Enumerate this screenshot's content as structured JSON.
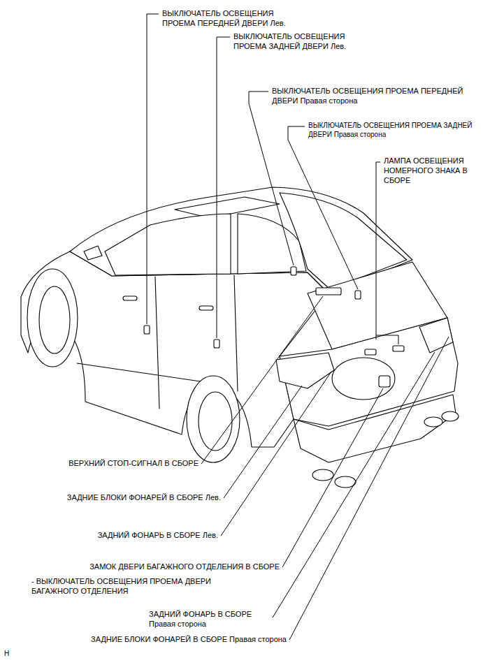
{
  "diagram": {
    "labels": [
      "ВЫКЛЮЧАТЕЛЬ ОСВЕЩЕНИЯ ПРОЕМА ПЕРЕДНЕЙ ДВЕРИ Лев.",
      "ВЫКЛЮЧАТЕЛЬ ОСВЕЩЕНИЯ ПРОЕМА ЗАДНЕЙ ДВЕРИ Лев.",
      "ВЫКЛЮЧАТЕЛЬ ОСВЕЩЕНИЯ ПРОЕМА ПЕРЕДНЕЙ ДВЕРИ Правая сторона",
      "ВЫКЛЮЧАТЕЛЬ ОСВЕЩЕНИЯ ПРОЕМА ЗАДНЕЙ ДВЕРИ Правая сторона",
      "ЛАМПА ОСВЕЩЕНИЯ НОМЕРНОГО ЗНАКА В СБОРЕ",
      "ВЕРХНИЙ СТОП-СИГНАЛ В СБОРЕ",
      "ЗАДНИЕ БЛОКИ ФОНАРЕЙ В СБОРЕ Лев.",
      "ЗАДНИЙ ФОНАРЬ В СБОРЕ Лев.",
      "ЗАМОК ДВЕРИ БАГАЖНОГО ОТДЕЛЕНИЯ В СБОРЕ",
      "- ВЫКЛЮЧАТЕЛЬ ОСВЕЩЕНИЯ ПРОЕМА ДВЕРИ БАГАЖНОГО ОТДЕЛЕНИЯ",
      "ЗАДНИЙ ФОНАРЬ В СБОРЕ Правая сторона",
      "ЗАДНИЕ БЛОКИ ФОНАРЕЙ В СБОРЕ Правая сторона",
      "H"
    ]
  }
}
